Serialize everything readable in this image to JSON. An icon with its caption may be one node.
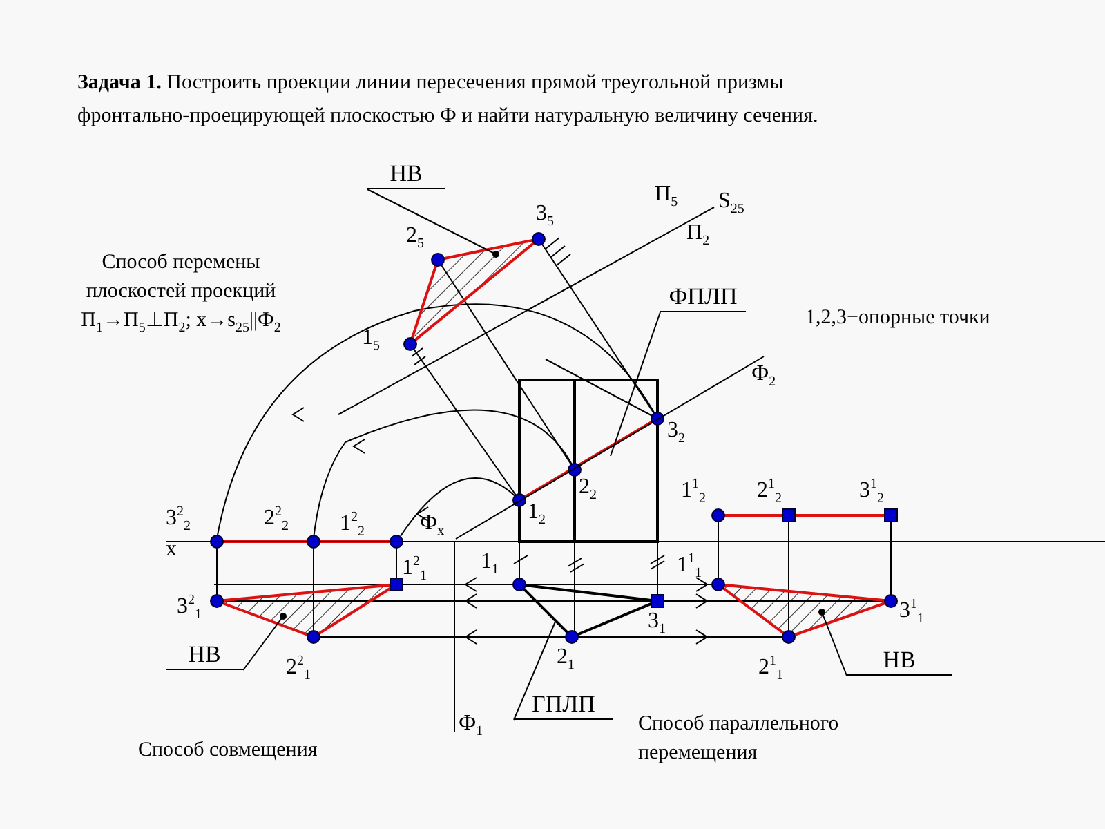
{
  "diagram": {
    "title": "**Задача 1.** Построить проекции линии пересечения прямой треугольной призмы фронтально-проецирующей плоскостью Ф и найти натуральную величину сечения.",
    "nodes": [
      {
        "text": [
          "НВ"
        ]
      },
      {
        "text": [
          "ФПЛП"
        ]
      },
      {
        "text": [
          "НВ"
        ]
      },
      {
        "text": [
          "ГПЛП"
        ]
      },
      {
        "text": [
          "НВ"
        ]
      }
    ],
    "edges": [
      {
        "from": 0,
        "to": null,
        "arrow": "other"
      },
      {
        "from": 1,
        "to": null,
        "arrow": "none"
      },
      {
        "from": 2,
        "to": null,
        "arrow": "other"
      },
      {
        "from": 3,
        "to": null,
        "arrow": "none"
      },
      {
        "from": 4,
        "to": null,
        "arrow": "other"
      }
    ],
    "labels": [
      "П$_{5}$",
      "S$_{25}$",
      "3$_{5}$",
      "2$_{5}$",
      "П$_{2}$",
      "Способ перемены плоскостей проекций П$_{1}$→П$_{5}$⊥П$_{2}$; x→s$_{25}$||Ф$_{2}$",
      "1$_{5}$",
      "1,2,3−опорные точки",
      "Ф$_{2}$",
      "3$_{2}$",
      "2$_{2}$",
      "1$^{1}$$_{2}$",
      "2$^{1}$$_{2}$",
      "3$^{1}$$_{2}$",
      "3$^{2}$$_{2}$",
      "2$^{2}$$_{2}$",
      "1$^{2}$$_{2}$",
      "Ф$_{x}$",
      "1$_{2}$",
      "x",
      "1$^{2}$$_{1}$",
      "1$_{1}$",
      "1$^{1}$$_{1}$",
      "3$^{2}$$_{1}$",
      "3$_{1}$",
      "3$^{1}$$_{1}$",
      "2$^{2}$$_{1}$",
      "2$_{1}$",
      "2$^{1}$$_{1}$",
      "Ф$_{1}$",
      "Способ совмещения",
      "Способ параллельного перемещения"
    ]
  }
}
